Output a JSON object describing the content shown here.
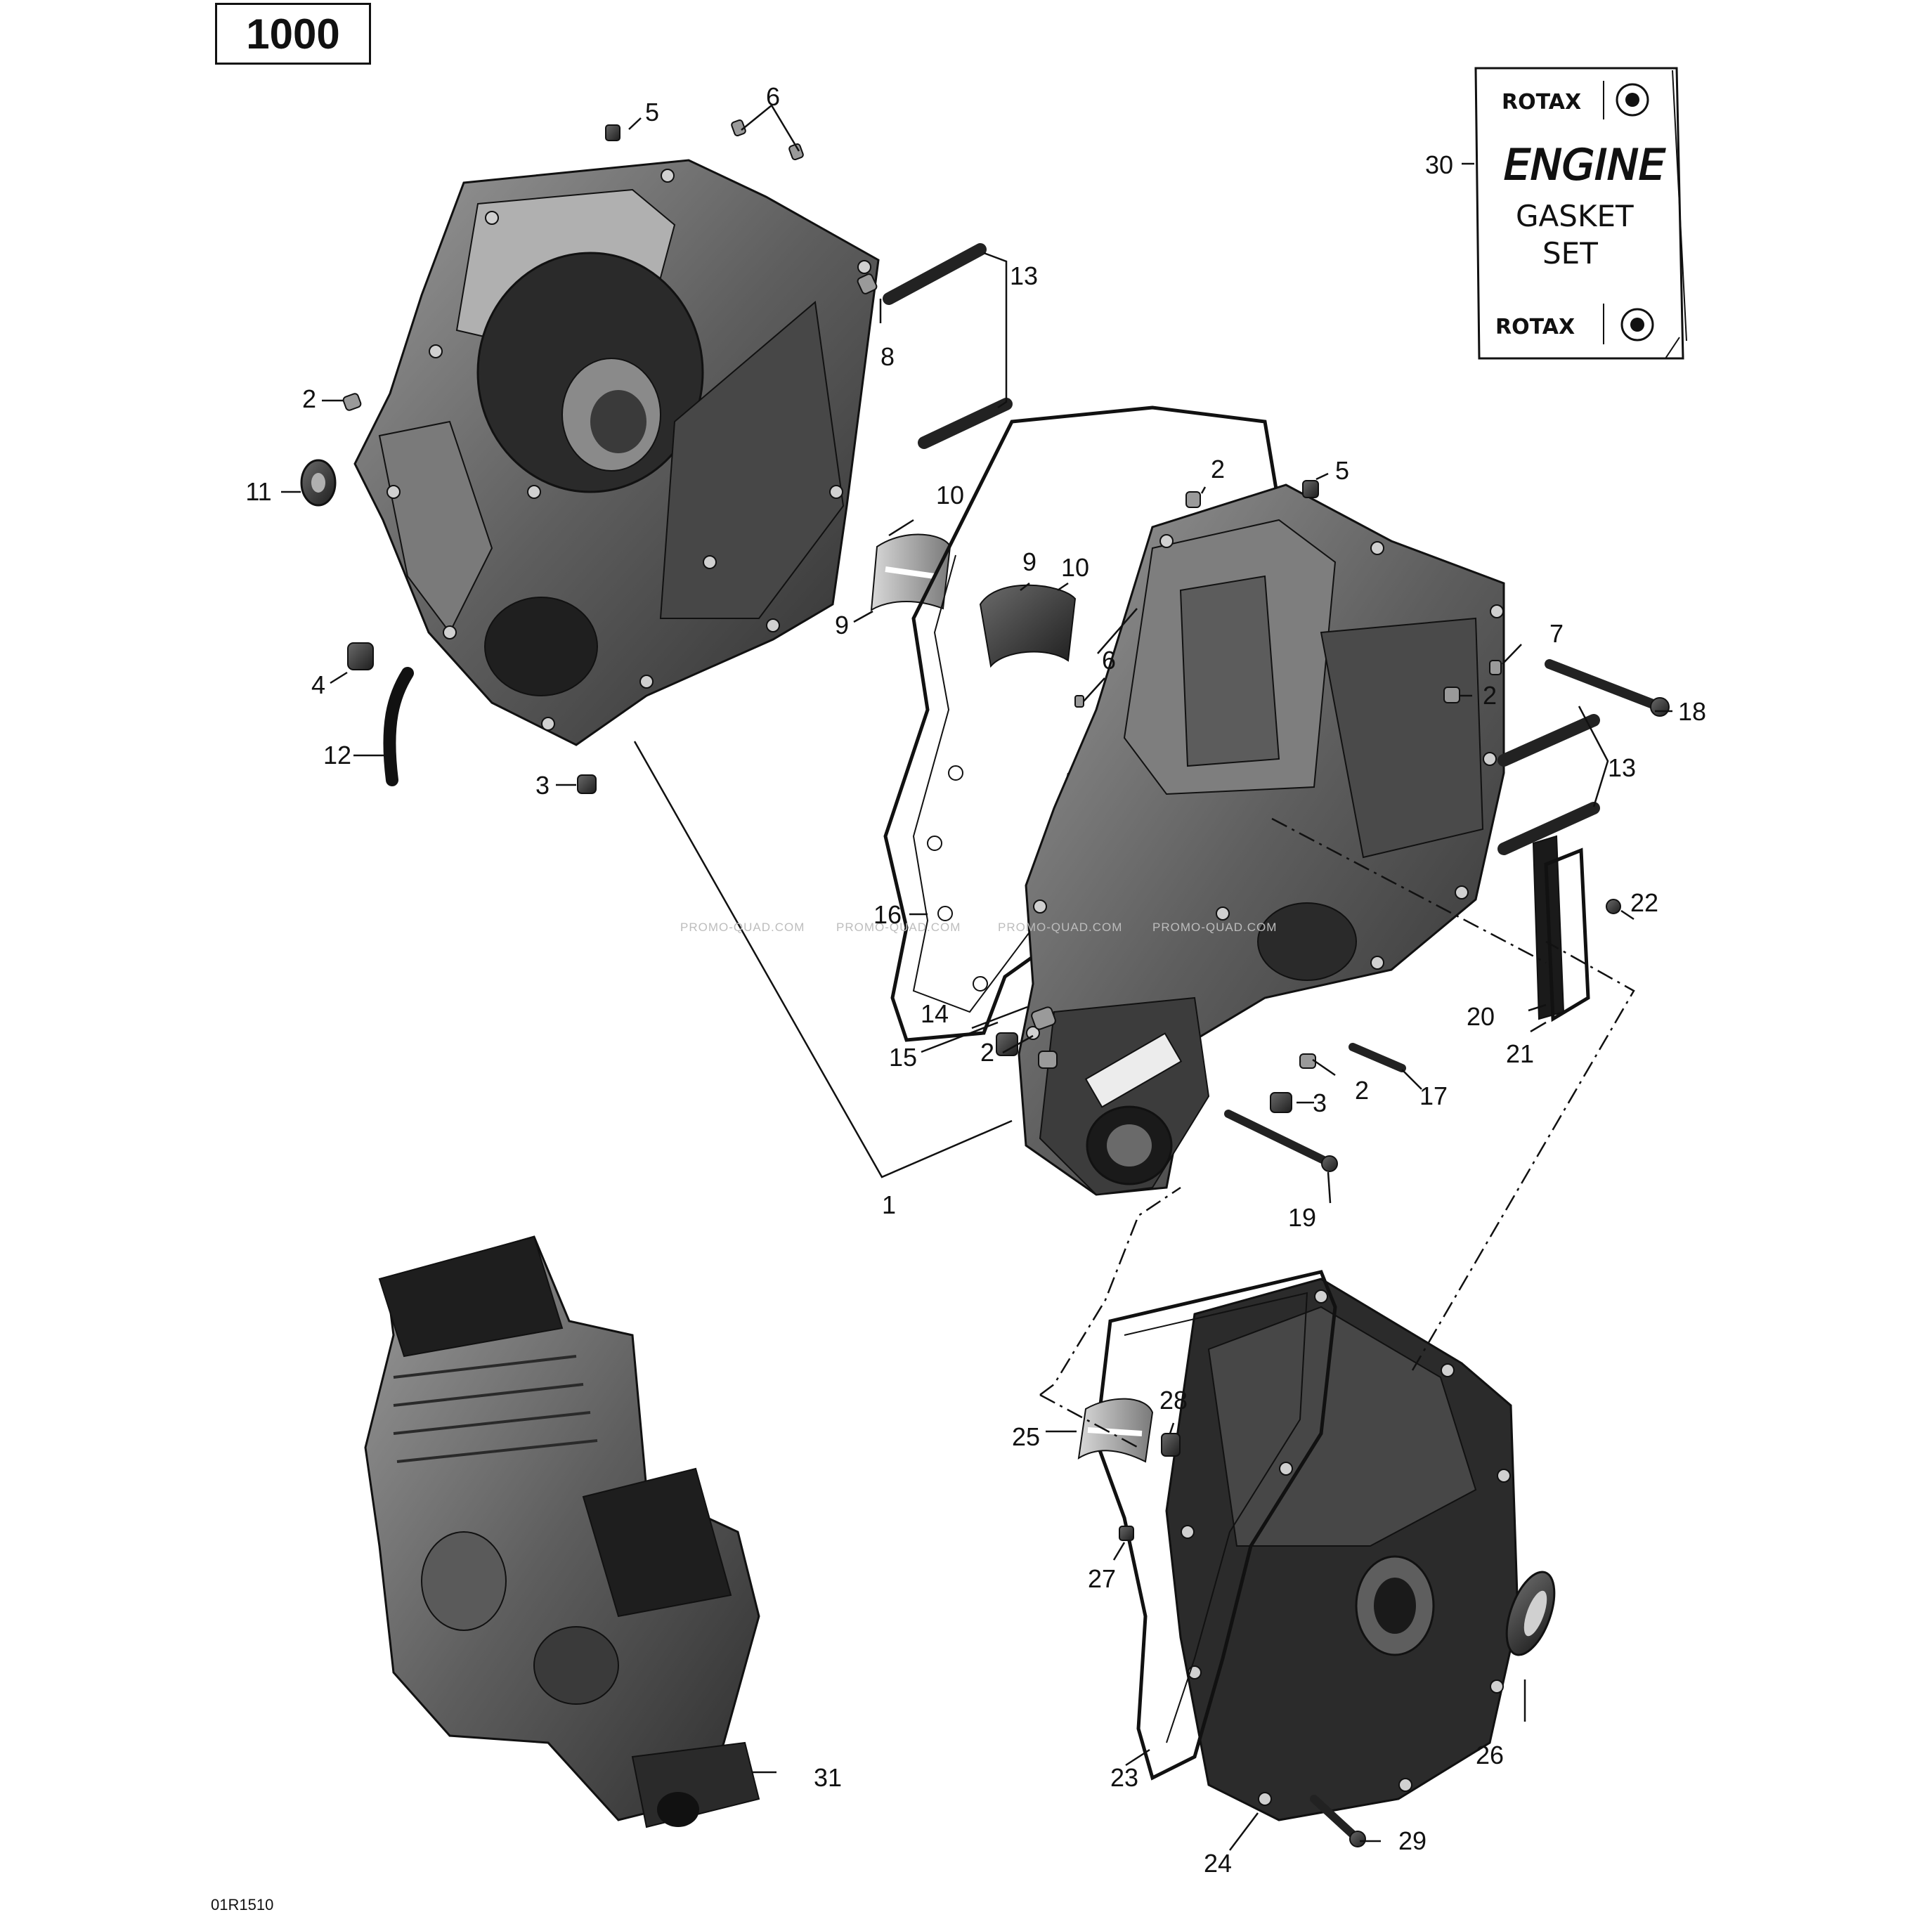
{
  "diagram": {
    "model_code": "1000",
    "reference_code": "01R1510",
    "watermark_text": "PROMO-QUAD.COM",
    "gasket_kit": {
      "brand_top": "ROTAX",
      "brand_bottom": "ROTAX",
      "line1": "ENGINE",
      "line2": "GASKET",
      "line3": "SET"
    },
    "callouts": [
      {
        "id": "c5a",
        "text": "5"
      },
      {
        "id": "c6a",
        "text": "6"
      },
      {
        "id": "c13a",
        "text": "13"
      },
      {
        "id": "c8",
        "text": "8"
      },
      {
        "id": "c2a",
        "text": "2"
      },
      {
        "id": "c11",
        "text": "11"
      },
      {
        "id": "c10a",
        "text": "10"
      },
      {
        "id": "c9a",
        "text": "9"
      },
      {
        "id": "c9b",
        "text": "9"
      },
      {
        "id": "c10b",
        "text": "10"
      },
      {
        "id": "c4",
        "text": "4"
      },
      {
        "id": "c12",
        "text": "12"
      },
      {
        "id": "c3a",
        "text": "3"
      },
      {
        "id": "c2b",
        "text": "2"
      },
      {
        "id": "c5b",
        "text": "5"
      },
      {
        "id": "c6b",
        "text": "6"
      },
      {
        "id": "c7",
        "text": "7"
      },
      {
        "id": "c2c",
        "text": "2"
      },
      {
        "id": "c18",
        "text": "18"
      },
      {
        "id": "c13b",
        "text": "13"
      },
      {
        "id": "c16",
        "text": "16"
      },
      {
        "id": "c22",
        "text": "22"
      },
      {
        "id": "c14",
        "text": "14"
      },
      {
        "id": "c15",
        "text": "15"
      },
      {
        "id": "c2d",
        "text": "2"
      },
      {
        "id": "c20",
        "text": "20"
      },
      {
        "id": "c21",
        "text": "21"
      },
      {
        "id": "c2e",
        "text": "2"
      },
      {
        "id": "c17",
        "text": "17"
      },
      {
        "id": "c3b",
        "text": "3"
      },
      {
        "id": "c1",
        "text": "1"
      },
      {
        "id": "c19",
        "text": "19"
      },
      {
        "id": "c30",
        "text": "30"
      },
      {
        "id": "c28",
        "text": "28"
      },
      {
        "id": "c25",
        "text": "25"
      },
      {
        "id": "c27",
        "text": "27"
      },
      {
        "id": "c26",
        "text": "26"
      },
      {
        "id": "c23",
        "text": "23"
      },
      {
        "id": "c31",
        "text": "31"
      },
      {
        "id": "c24",
        "text": "24"
      },
      {
        "id": "c29",
        "text": "29"
      }
    ]
  }
}
